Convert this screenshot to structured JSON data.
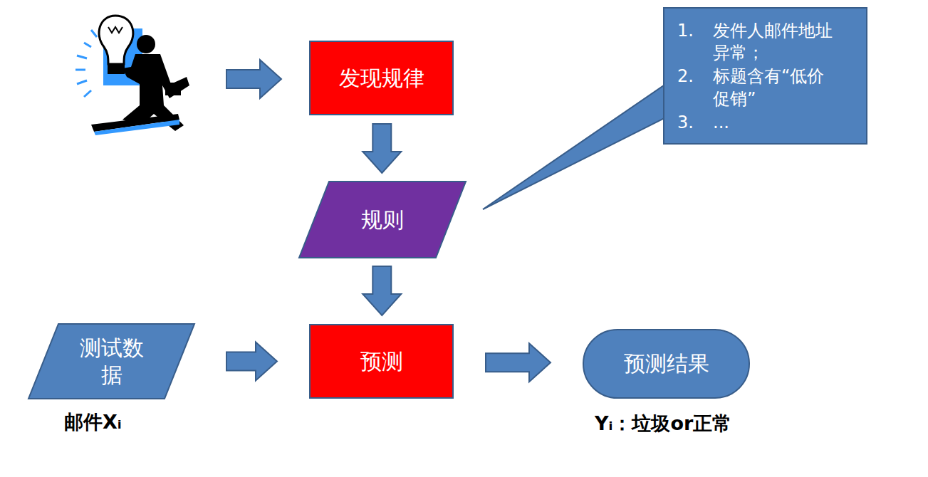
{
  "diagram": {
    "nodes": [
      {
        "text": [
          "发现规律"
        ]
      },
      {
        "text": [
          "1.",
          "发件人邮件地址异常；",
          "2.",
          "标题含有“低价促销”",
          "3.",
          "..."
        ]
      },
      {
        "text": [
          "规则"
        ]
      },
      {
        "text": [
          "测试数据",
          "邮件Xᵢ"
        ]
      },
      {
        "text": [
          "预测"
        ]
      },
      {
        "text": [
          "预测结果",
          "Yᵢ：垃圾or正常"
        ]
      }
    ],
    "edges": [
      {
        "from": 0,
        "to": 2,
        "arrow": "to"
      },
      {
        "from": 2,
        "to": 4,
        "arrow": "to"
      },
      {
        "from": 3,
        "to": 4,
        "arrow": "to"
      },
      {
        "from": 4,
        "to": 5,
        "arrow": "to"
      }
    ]
  }
}
